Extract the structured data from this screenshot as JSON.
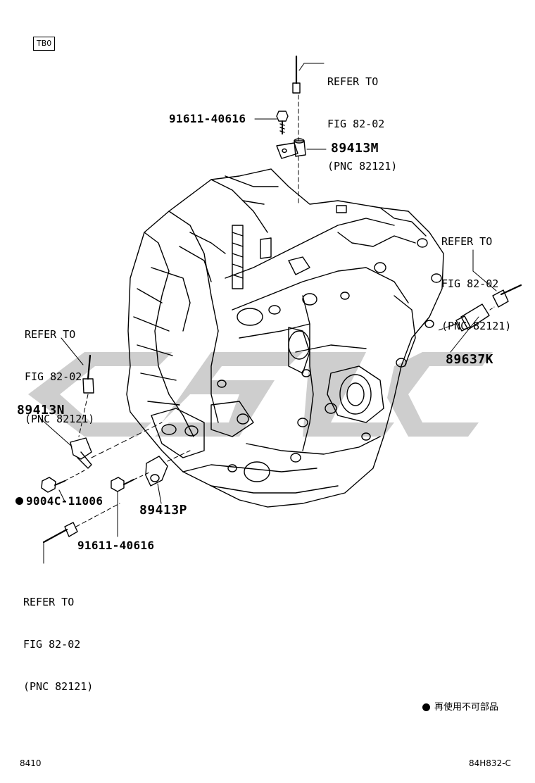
{
  "diagram": {
    "code_box": "TB0",
    "watermark_color": "#bdbdbd",
    "refs": [
      {
        "line1": "REFER TO",
        "line2": "FIG 82-02",
        "line3": "(PNC 82121)"
      },
      {
        "line1": "REFER TO",
        "line2": "FIG 82-02",
        "line3": "(PNC 82121)"
      },
      {
        "line1": "REFER TO",
        "line2": "FIG 82-02",
        "line3": "(PNC 82121)"
      },
      {
        "line1": "REFER TO",
        "line2": "FIG 82-02",
        "line3": "(PNC 82121)"
      }
    ],
    "parts": {
      "bolt_top": "91611-40616",
      "sensor_top": "89413M",
      "sensor_right": "89637K",
      "sensor_left": "89413N",
      "bolt_left": "9004C-11006",
      "sensor_bottom": "89413P",
      "bolt_bottom": "91611-40616"
    },
    "legend": {
      "text": "再使用不可部品",
      "symbol": "black-dot-icon"
    },
    "footer": {
      "left": "8410",
      "right": "84H832-C"
    }
  }
}
